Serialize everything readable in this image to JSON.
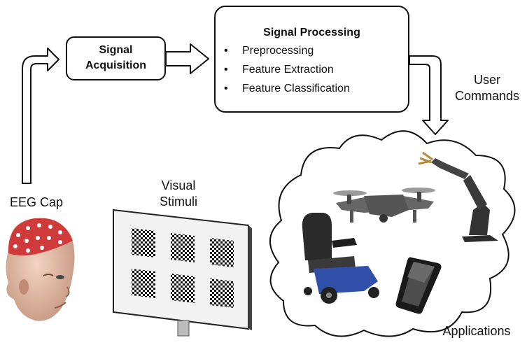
{
  "nodes": {
    "acquisition": {
      "title_line1": "Signal",
      "title_line2": "Acquisition"
    },
    "processing": {
      "title": "Signal Processing",
      "bullet": "•",
      "steps": [
        "Preprocessing",
        "Feature Extraction",
        "Feature Classification"
      ]
    }
  },
  "labels": {
    "eeg_cap": "EEG Cap",
    "visual_stimuli_line1": "Visual",
    "visual_stimuli_line2": "Stimuli",
    "user_commands_line1": "User",
    "user_commands_line2": "Commands",
    "applications": "Applications"
  },
  "icons": [
    "eeg-cap-head-icon",
    "monitor-checkerboard-icon",
    "drone-icon",
    "robotic-arm-icon",
    "wheelchair-icon",
    "smartphone-icon",
    "cloud-icon"
  ]
}
